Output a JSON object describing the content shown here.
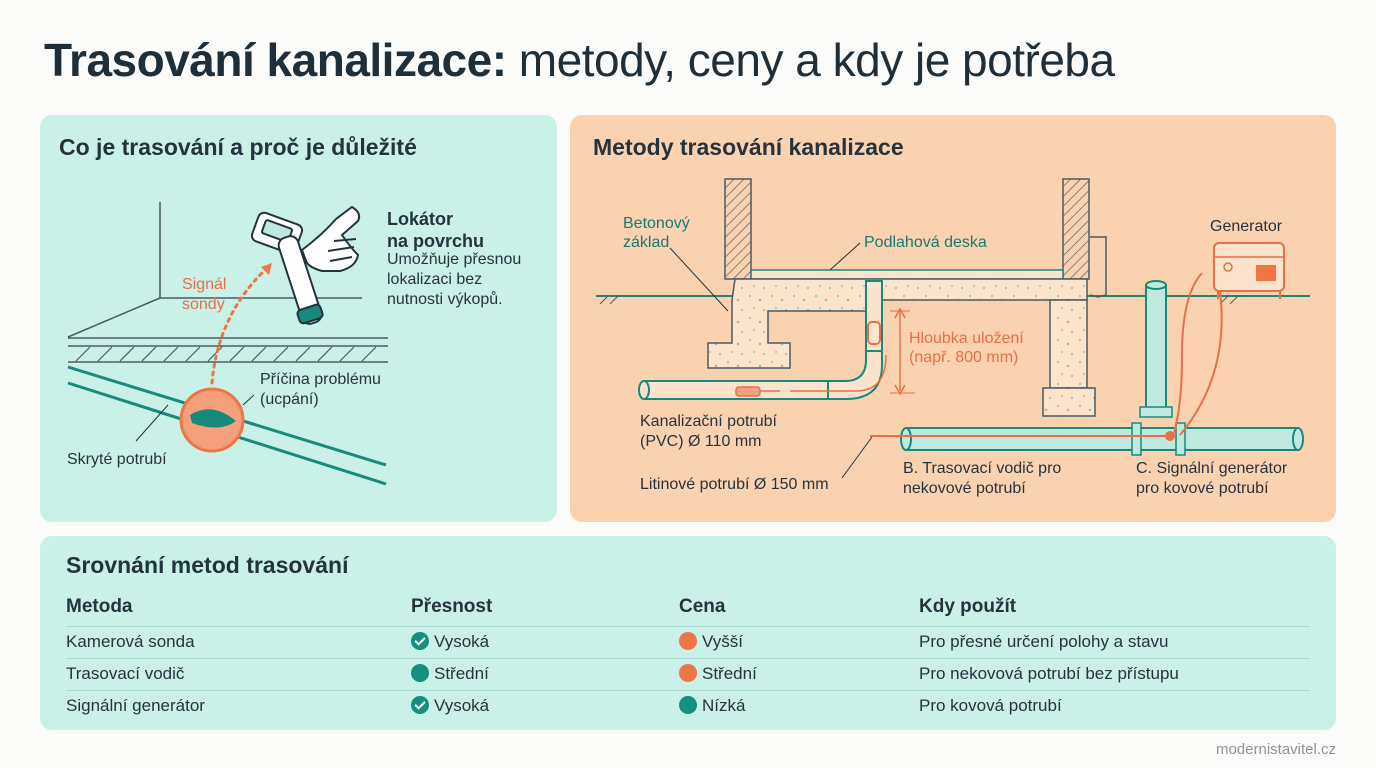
{
  "title": {
    "bold": "Trasování kanalizace:",
    "regular": " metody, ceny a kdy je potřeba"
  },
  "left_panel": {
    "heading": "Co je trasování a proč je důležité",
    "locator_title_line1": "Lokátor",
    "locator_title_line2": "na povrchu",
    "locator_desc_line1": "Umožňuje přesnou",
    "locator_desc_line2": "lokalizaci bez",
    "locator_desc_line3": "nutnosti výkopů.",
    "signal_line1": "Signál",
    "signal_line2": "sondy",
    "cause_line1": "Příčina problému",
    "cause_line2": "(ucpání)",
    "hidden_pipe": "Skryté potrubí"
  },
  "right_panel": {
    "heading": "Metody trasování kanalizace",
    "concrete_line1": "Betonový",
    "concrete_line2": "základ",
    "floor_slab": "Podlahová deska",
    "generator": "Generator",
    "depth_line1": "Hloubka uložení",
    "depth_line2": "(např. 800 mm)",
    "pvc_line1": "Kanalizační potrubí",
    "pvc_line2": "(PVC) Ø 110 mm",
    "cast_iron": "Litinové potrubí Ø 150 mm",
    "method_b_line1": "B. Trasovací vodič pro",
    "method_b_line2": "nekovové potrubí",
    "method_c_line1": "C. Signální generátor",
    "method_c_line2": "pro kovové potrubí"
  },
  "comparison": {
    "heading": "Srovnání metod trasování",
    "columns": [
      "Metoda",
      "Přesnost",
      "Cena",
      "Kdy použít"
    ],
    "rows": [
      {
        "method": "Kamerová sonda",
        "accuracy": "Vysoká",
        "accuracy_icon": "check-icon",
        "price": "Vyšší",
        "price_icon": "orange-dot-icon",
        "when": "Pro přesné určení polohy a stavu"
      },
      {
        "method": "Trasovací vodič",
        "accuracy": "Střední",
        "accuracy_icon": "teal-dot-icon",
        "price": "Střední",
        "price_icon": "orange-dot-icon",
        "when": "Pro nekovová potrubí bez přístupu"
      },
      {
        "method": "Signální generátor",
        "accuracy": "Vysoká",
        "accuracy_icon": "check-icon",
        "price": "Nízká",
        "price_icon": "teal-dot-icon",
        "when": "Pro kovová potrubí"
      }
    ]
  },
  "footer": "modernistavitel.cz",
  "colors": {
    "teal": "#16907e",
    "orange": "#ef7446",
    "mint_panel": "#c9f1e8",
    "peach_panel": "#fbd2b0",
    "dark_text": "#1f2f3a"
  }
}
